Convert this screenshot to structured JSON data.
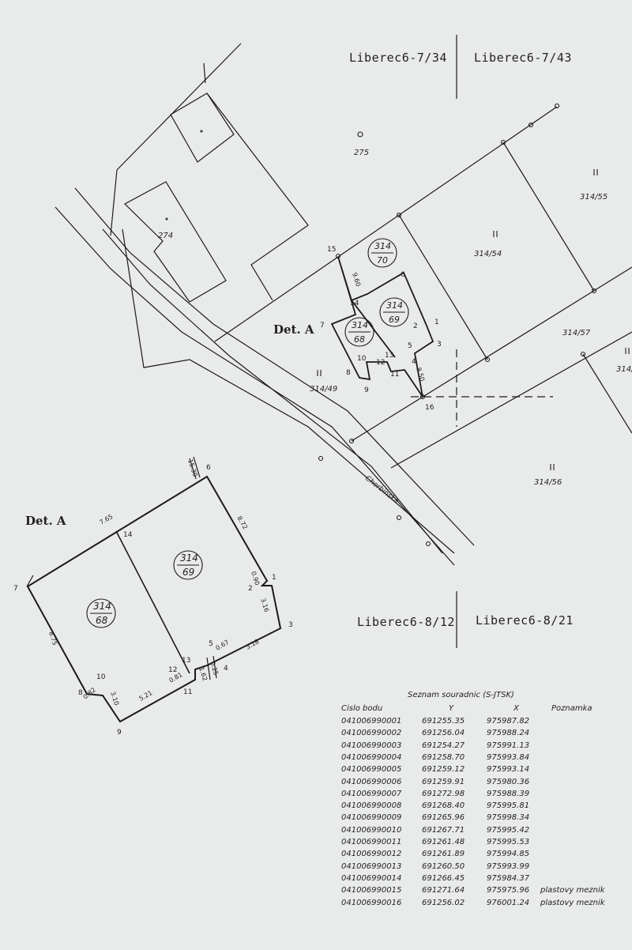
{
  "sheet_labels": {
    "top_left": "Liberec6-7/34",
    "top_right": "Liberec6-7/43",
    "bottom_left": "Liberec6-8/12",
    "bottom_right": "Liberec6-8/21"
  },
  "parcels": {
    "p275": "275",
    "p274": "274",
    "p314_55": "314/55",
    "p314_54": "314/54",
    "p314_57": "314/57",
    "p314_49": "314/49",
    "p314_56": "314/56",
    "p314_edge": "314/",
    "p70_num": "314",
    "p70_den": "70",
    "p69_num": "314",
    "p69_den": "69",
    "p68_num": "314",
    "p68_den": "68"
  },
  "street": "Chorbinska",
  "detail_label": "Det. A",
  "main_points": [
    "15",
    "6",
    "14",
    "7",
    "1",
    "2",
    "3",
    "5",
    "13",
    "4",
    "10",
    "12",
    "11",
    "8",
    "9",
    "16"
  ],
  "main_measurements": [
    "9.60",
    "8.50"
  ],
  "detail_points": [
    "6",
    "14",
    "7",
    "1",
    "2",
    "3",
    "5",
    "13",
    "4",
    "12",
    "11",
    "10",
    "8",
    "9"
  ],
  "detail_measurements": [
    "15.30",
    "7.65",
    "8.72",
    "0.90",
    "3.16",
    "8.75",
    "0.67",
    "3.18",
    "0.25",
    "1.62",
    "0.82",
    "3.10",
    "5.21",
    "0.81"
  ],
  "coord_table": {
    "title": "Seznam souradnic (S-JTSK)",
    "headers": {
      "id": "Cislo bodu",
      "y": "Y",
      "x": "X",
      "note": "Poznamka"
    },
    "rows": [
      {
        "id": "041006990001",
        "y": "691255.35",
        "x": "975987.82",
        "note": ""
      },
      {
        "id": "041006990002",
        "y": "691256.04",
        "x": "975988.24",
        "note": ""
      },
      {
        "id": "041006990003",
        "y": "691254.27",
        "x": "975991.13",
        "note": ""
      },
      {
        "id": "041006990004",
        "y": "691258.70",
        "x": "975993.84",
        "note": ""
      },
      {
        "id": "041006990005",
        "y": "691259.12",
        "x": "975993.14",
        "note": ""
      },
      {
        "id": "041006990006",
        "y": "691259.91",
        "x": "975980.36",
        "note": ""
      },
      {
        "id": "041006990007",
        "y": "691272.98",
        "x": "975988.39",
        "note": ""
      },
      {
        "id": "041006990008",
        "y": "691268.40",
        "x": "975995.81",
        "note": ""
      },
      {
        "id": "041006990009",
        "y": "691265.96",
        "x": "975998.34",
        "note": ""
      },
      {
        "id": "041006990010",
        "y": "691267.71",
        "x": "975995.42",
        "note": ""
      },
      {
        "id": "041006990011",
        "y": "691261.48",
        "x": "975995.53",
        "note": ""
      },
      {
        "id": "041006990012",
        "y": "691261.89",
        "x": "975994.85",
        "note": ""
      },
      {
        "id": "041006990013",
        "y": "691260.50",
        "x": "975993.99",
        "note": ""
      },
      {
        "id": "041006990014",
        "y": "691266.45",
        "x": "975984.37",
        "note": ""
      },
      {
        "id": "041006990015",
        "y": "691271.64",
        "x": "975975.96",
        "note": "plastovy meznik"
      },
      {
        "id": "041006990016",
        "y": "691256.02",
        "x": "976001.24",
        "note": "plastovy meznik"
      }
    ]
  },
  "colors": {
    "background": "#e9eaea",
    "line": "#1b1b1b",
    "text": "#222222"
  }
}
